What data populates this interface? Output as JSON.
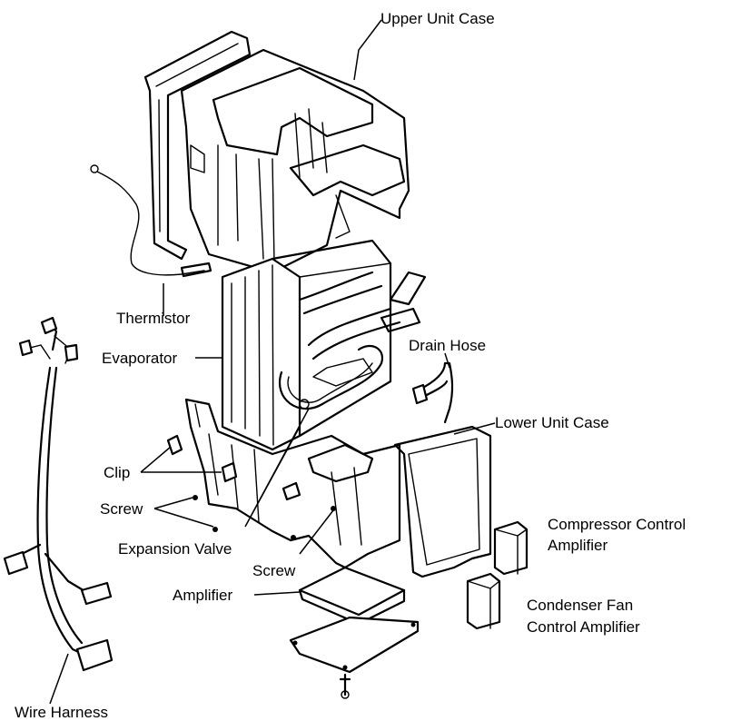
{
  "diagram": {
    "labels": {
      "upper_unit_case": "Upper Unit Case",
      "thermistor": "Thermistor",
      "evaporator": "Evaporator",
      "drain_hose": "Drain Hose",
      "lower_unit_case": "Lower Unit Case",
      "clip": "Clip",
      "screw_left": "Screw",
      "expansion_valve": "Expansion Valve",
      "screw_right": "Screw",
      "amplifier": "Amplifier",
      "compressor_control_amplifier_line1": "Compressor Control",
      "compressor_control_amplifier_line2": "Amplifier",
      "condenser_fan_control_amplifier_line1": "Condenser Fan",
      "condenser_fan_control_amplifier_line2": "Control Amplifier",
      "wire_harness": "Wire Harness"
    }
  }
}
